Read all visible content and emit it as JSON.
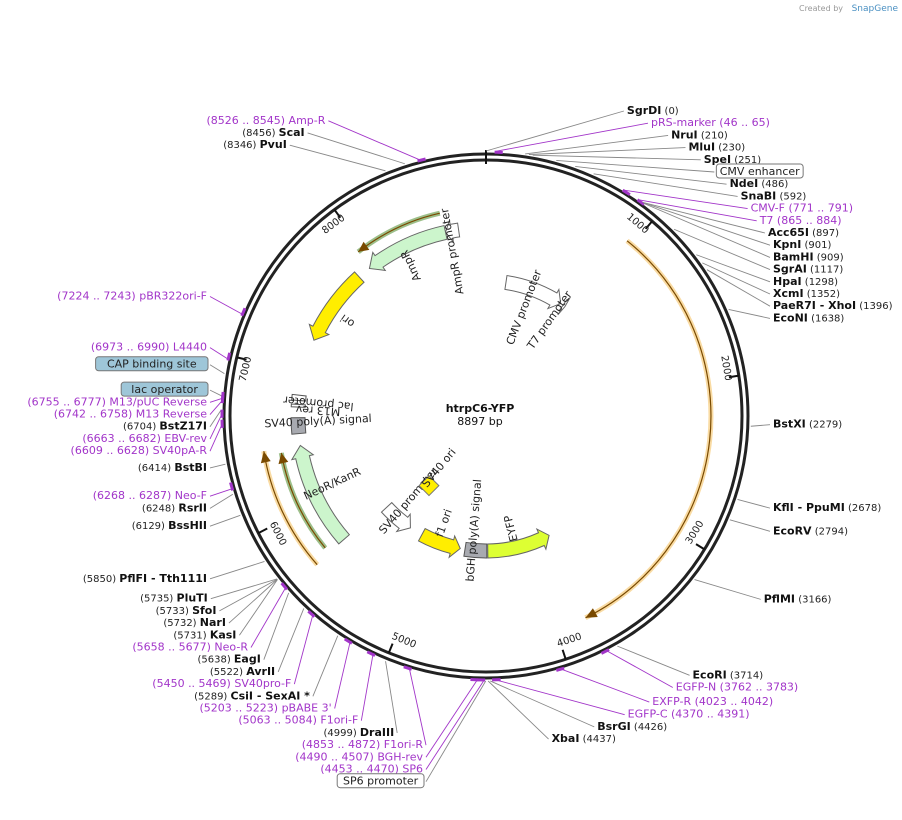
{
  "credit": {
    "text": "Created by",
    "brand": "SnapGene"
  },
  "plasmid": {
    "name": "htrpC6-YFP",
    "length_label": "8897 bp",
    "length": 8897
  },
  "ticks": [
    {
      "pos": 1000,
      "label": "1000"
    },
    {
      "pos": 2000,
      "label": "2000"
    },
    {
      "pos": 3000,
      "label": "3000"
    },
    {
      "pos": 4000,
      "label": "4000"
    },
    {
      "pos": 5000,
      "label": "5000"
    },
    {
      "pos": 6000,
      "label": "6000"
    },
    {
      "pos": 7000,
      "label": "7000"
    },
    {
      "pos": 8000,
      "label": "8000"
    }
  ],
  "enzymes": [
    {
      "pos": 0,
      "name": "SgrDI",
      "pos_label": "(0)"
    },
    {
      "pos": 210,
      "name": "NruI",
      "pos_label": "(210)"
    },
    {
      "pos": 230,
      "name": "MluI",
      "pos_label": "(230)"
    },
    {
      "pos": 251,
      "name": "SpeI",
      "pos_label": "(251)"
    },
    {
      "pos": 486,
      "name": "NdeI",
      "pos_label": "(486)"
    },
    {
      "pos": 592,
      "name": "SnaBI",
      "pos_label": "(592)"
    },
    {
      "pos": 897,
      "name": "Acc65I",
      "pos_label": "(897)"
    },
    {
      "pos": 901,
      "name": "KpnI",
      "pos_label": "(901)"
    },
    {
      "pos": 909,
      "name": "BamHI",
      "pos_label": "(909)"
    },
    {
      "pos": 1117,
      "name": "SgrAI",
      "pos_label": "(1117)"
    },
    {
      "pos": 1298,
      "name": "HpaI",
      "pos_label": "(1298)"
    },
    {
      "pos": 1352,
      "name": "XcmI",
      "pos_label": "(1352)"
    },
    {
      "pos": 1396,
      "name": "PaeR7I  - XhoI",
      "pos_label": "(1396)"
    },
    {
      "pos": 1638,
      "name": "EcoNI",
      "pos_label": "(1638)"
    },
    {
      "pos": 2279,
      "name": "BstXI",
      "pos_label": "(2279)"
    },
    {
      "pos": 2678,
      "name": "KflI  - PpuMI",
      "pos_label": "(2678)"
    },
    {
      "pos": 2794,
      "name": "EcoRV",
      "pos_label": "(2794)"
    },
    {
      "pos": 3166,
      "name": "PflMI",
      "pos_label": "(3166)"
    },
    {
      "pos": 3714,
      "name": "EcoRI",
      "pos_label": "(3714)"
    },
    {
      "pos": 4426,
      "name": "BsrGI",
      "pos_label": "(4426)"
    },
    {
      "pos": 4437,
      "name": "XbaI",
      "pos_label": "(4437)"
    },
    {
      "pos": 4999,
      "name": "DraIII",
      "pos_label": "(4999)"
    },
    {
      "pos": 5289,
      "name": "CsiI  - SexAI *",
      "pos_label": "(5289)"
    },
    {
      "pos": 5522,
      "name": "AvrII",
      "pos_label": "(5522)"
    },
    {
      "pos": 5638,
      "name": "EagI",
      "pos_label": "(5638)"
    },
    {
      "pos": 5731,
      "name": "KasI",
      "pos_label": "(5731)"
    },
    {
      "pos": 5732,
      "name": "NarI",
      "pos_label": "(5732)"
    },
    {
      "pos": 5733,
      "name": "SfoI",
      "pos_label": "(5733)"
    },
    {
      "pos": 5735,
      "name": "PluTI",
      "pos_label": "(5735)"
    },
    {
      "pos": 5850,
      "name": "PflFI  - Tth111I",
      "pos_label": "(5850)"
    },
    {
      "pos": 6129,
      "name": "BssHII",
      "pos_label": "(6129)"
    },
    {
      "pos": 6248,
      "name": "RsrII",
      "pos_label": "(6248)"
    },
    {
      "pos": 6414,
      "name": "BstBI",
      "pos_label": "(6414)"
    },
    {
      "pos": 6704,
      "name": "BstZ17I",
      "pos_label": "(6704)"
    },
    {
      "pos": 8346,
      "name": "PvuI",
      "pos_label": "(8346)"
    },
    {
      "pos": 8456,
      "name": "ScaI",
      "pos_label": "(8456)"
    }
  ],
  "primers": [
    {
      "name": "pRS-marker",
      "range": "(46 .. 65)",
      "start": 46,
      "end": 65
    },
    {
      "name": "CMV-F",
      "range": "(771 .. 791)",
      "start": 771,
      "end": 791
    },
    {
      "name": "T7",
      "range": "(865 .. 884)",
      "start": 865,
      "end": 884
    },
    {
      "name": "EGFP-N",
      "range": "(3762 .. 3783)",
      "start": 3762,
      "end": 3783
    },
    {
      "name": "EXFP-R",
      "range": "(4023 .. 4042)",
      "start": 4023,
      "end": 4042
    },
    {
      "name": "EGFP-C",
      "range": "(4370 .. 4391)",
      "start": 4370,
      "end": 4391
    },
    {
      "name": "SP6",
      "range": "(4453 .. 4470)",
      "start": 4453,
      "end": 4470
    },
    {
      "name": "BGH-rev",
      "range": "(4490 .. 4507)",
      "start": 4490,
      "end": 4507
    },
    {
      "name": "F1ori-R",
      "range": "(4853 .. 4872)",
      "start": 4853,
      "end": 4872
    },
    {
      "name": "F1ori-F",
      "range": "(5063 .. 5084)",
      "start": 5063,
      "end": 5084
    },
    {
      "name": "pBABE 3'",
      "range": "(5203 .. 5223)",
      "start": 5203,
      "end": 5223
    },
    {
      "name": "SV40pro-F",
      "range": "(5450 .. 5469)",
      "start": 5450,
      "end": 5469
    },
    {
      "name": "Neo-R",
      "range": "(5658 .. 5677)",
      "start": 5658,
      "end": 5677
    },
    {
      "name": "Neo-F",
      "range": "(6268 .. 6287)",
      "start": 6268,
      "end": 6287
    },
    {
      "name": "SV40pA-R",
      "range": "(6609 .. 6628)",
      "start": 6609,
      "end": 6628
    },
    {
      "name": "EBV-rev",
      "range": "(6663 .. 6682)",
      "start": 6663,
      "end": 6682
    },
    {
      "name": "M13 Reverse",
      "range": "(6742 .. 6758)",
      "start": 6742,
      "end": 6758
    },
    {
      "name": "M13/pUC Reverse",
      "range": "(6755 .. 6777)",
      "start": 6755,
      "end": 6777
    },
    {
      "name": "L4440",
      "range": "(6973 .. 6990)",
      "start": 6973,
      "end": 6990
    },
    {
      "name": "pBR322ori-F",
      "range": "(7224 .. 7243)",
      "start": 7224,
      "end": 7243
    },
    {
      "name": "Amp-R",
      "range": "(8526 .. 8545)",
      "start": 8526,
      "end": 8545
    }
  ],
  "boxed_labels": [
    {
      "text": "CMV enhancer",
      "pos": 380,
      "style": "plain"
    },
    {
      "text": "CAP binding site",
      "pos": 6900,
      "style": "blue"
    },
    {
      "text": "lac operator",
      "pos": 6780,
      "style": "blue"
    },
    {
      "text": "SP6 promoter",
      "pos": 4450,
      "style": "plain"
    }
  ],
  "features": [
    {
      "name": "CMV promoter",
      "start": 210,
      "end": 830,
      "dir": 1,
      "ring": 135,
      "kind": "arrow",
      "color": "#ffffff",
      "label": "CMV promoter"
    },
    {
      "name": "T7 promoter",
      "start": 860,
      "end": 885,
      "dir": 1,
      "ring": 135,
      "kind": "arrow",
      "color": "#ffffff",
      "label": "T7 promoter"
    },
    {
      "name": "EYFP",
      "start": 3760,
      "end": 4430,
      "dir": -1,
      "ring": 135,
      "kind": "arrow",
      "color": "#ddff33",
      "label": "EYFP"
    },
    {
      "name": "bGH poly(A) signal",
      "start": 4440,
      "end": 4670,
      "dir": 0,
      "ring": 135,
      "kind": "box",
      "color": "#a8aab0",
      "label": "bGH poly(A) signal"
    },
    {
      "name": "f1 ori",
      "start": 4720,
      "end": 5150,
      "dir": -1,
      "ring": 135,
      "kind": "arrow",
      "color": "#ffee00",
      "label": "f1 ori"
    },
    {
      "name": "SV40 promoter",
      "start": 5290,
      "end": 5620,
      "dir": -1,
      "ring": 135,
      "kind": "arrow",
      "color": "#ffffff",
      "label": "SV40 promoter"
    },
    {
      "name": "SV40 ori",
      "start": 5365,
      "end": 5475,
      "dir": 0,
      "ring": 90,
      "kind": "diamond",
      "color": "#ffee00",
      "label": "SV40 ori"
    },
    {
      "name": "NeoR/KanR",
      "start": 5660,
      "end": 6450,
      "dir": 1,
      "ring": 188,
      "kind": "arrow",
      "color": "#ccf5cc",
      "label": "NeoR/KanR"
    },
    {
      "name": "SV40 poly(A) signal",
      "start": 6540,
      "end": 6660,
      "dir": 0,
      "ring": 188,
      "kind": "box",
      "color": "#a8aab0",
      "label": "SV40 poly(A) signal"
    },
    {
      "name": "lac promoter",
      "start": 6790,
      "end": 6830,
      "dir": 0,
      "ring": 188,
      "kind": "box",
      "color": "#ffffff",
      "label": "lac promoter"
    },
    {
      "name": "M13 rev",
      "start": 6740,
      "end": 6760,
      "dir": 0,
      "ring": 188,
      "kind": "box",
      "color": "#ffffff",
      "label": "M13 rev"
    },
    {
      "name": "ori",
      "start": 7260,
      "end": 7850,
      "dir": -1,
      "ring": 188,
      "kind": "arrow",
      "color": "#ffee00",
      "label": "ori"
    },
    {
      "name": "AmpR",
      "start": 7950,
      "end": 8590,
      "dir": -1,
      "ring": 188,
      "kind": "arrow",
      "color": "#ccf5cc",
      "label": "AmpR"
    },
    {
      "name": "AmpR promoter",
      "start": 8590,
      "end": 8690,
      "dir": -1,
      "ring": 188,
      "kind": "arrow",
      "color": "#ffffff",
      "label": "AmpR promoter"
    }
  ],
  "orfs": [
    {
      "start": 960,
      "end": 3800,
      "dir": 1,
      "r": 225,
      "color": "#f4bd58"
    },
    {
      "start": 5650,
      "end": 6450,
      "dir": 1,
      "r": 225,
      "color": "#f4bd58"
    },
    {
      "start": 5700,
      "end": 6420,
      "dir": 1,
      "r": 208,
      "color": "#4a8a2a"
    },
    {
      "start": 7960,
      "end": 8580,
      "dir": -1,
      "r": 208,
      "color": "#4a8a2a"
    }
  ]
}
